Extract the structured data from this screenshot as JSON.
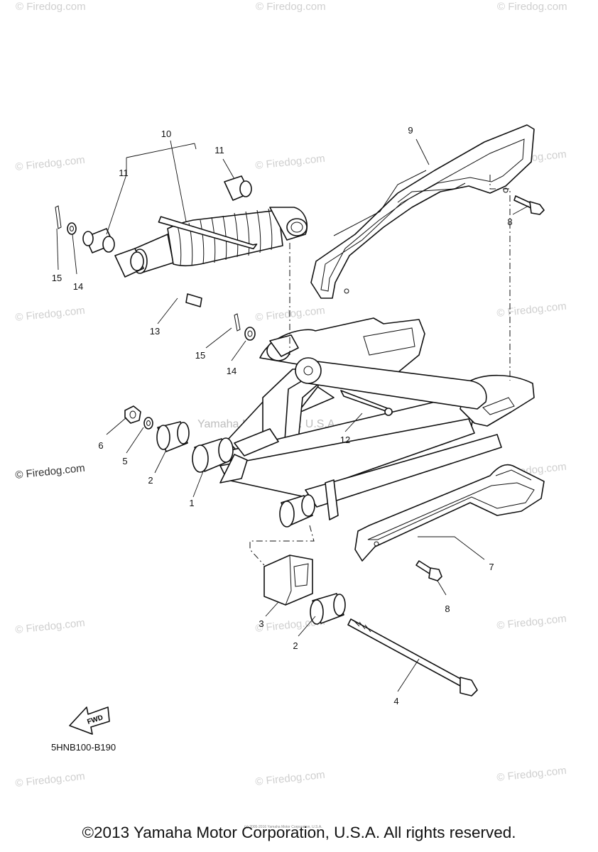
{
  "watermark": {
    "text": "© Firedog.com",
    "center_text": "Yamaha Motor Corp. U.S.A."
  },
  "diagram": {
    "drawing_code": "5HNB100-B190",
    "fwd_label": "FWD",
    "callouts": {
      "c1": "1",
      "c2a": "2",
      "c2b": "2",
      "c3": "3",
      "c4": "4",
      "c5": "5",
      "c6": "6",
      "c7": "7",
      "c8a": "8",
      "c8b": "8",
      "c9": "9",
      "c10": "10",
      "c11a": "11",
      "c11b": "11",
      "c12": "12",
      "c13": "13",
      "c14a": "14",
      "c14b": "14",
      "c15a": "15",
      "c15b": "15"
    }
  },
  "footer": {
    "copyright": "©2013 Yamaha Motor Corporation, U.S.A. All rights reserved.",
    "tiny_note": "(c) 2005-2016 Yamaha Motor Corporation, U.S.A."
  }
}
